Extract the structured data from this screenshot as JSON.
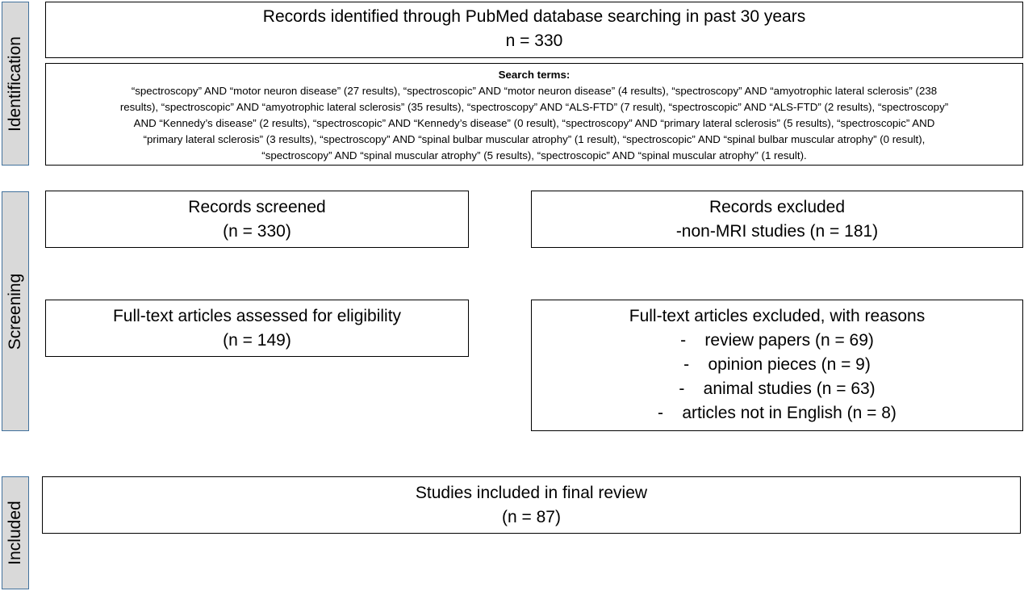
{
  "stages": {
    "identification": "Identification",
    "screening": "Screening",
    "included": "Included"
  },
  "identified": {
    "line1": "Records identified through PubMed database searching in past 30 years",
    "line2": "n = 330"
  },
  "search": {
    "heading": "Search terms:",
    "lines": [
      "“spectroscopy” AND “motor neuron disease” (27 results), “spectroscopic” AND “motor neuron disease” (4 results), “spectroscopy” AND “amyotrophic lateral sclerosis” (238",
      "results), “spectroscopic” AND “amyotrophic lateral sclerosis” (35 results), “spectroscopy” AND “ALS-FTD” (7 result), “spectroscopic” AND “ALS-FTD” (2 results), “spectroscopy”",
      "AND “Kennedy’s disease” (2 results), “spectroscopic” AND “Kennedy’s disease” (0 result), “spectroscopy” AND “primary lateral sclerosis” (5 results), “spectroscopic” AND",
      "“primary lateral sclerosis” (3 results),  “spectroscopy” AND “spinal bulbar muscular atrophy” (1 result), “spectroscopic” AND “spinal bulbar muscular atrophy” (0 result),",
      "“spectroscopy” AND “spinal muscular atrophy” (5 results), “spectroscopic” AND “spinal muscular atrophy” (1 result)."
    ]
  },
  "screened": {
    "line1": "Records screened",
    "line2": "(n = 330)"
  },
  "excluded": {
    "line1": "Records excluded",
    "line2": "-non-MRI studies (n = 181)"
  },
  "fulltext": {
    "line1": "Full-text articles assessed for eligibility",
    "line2": "(n = 149)"
  },
  "fulltext_excluded": {
    "title": "Full-text articles excluded, with reasons",
    "reasons": [
      "-    review papers (n = 69)",
      "-    opinion pieces (n = 9)",
      "-    animal studies (n = 63)",
      "-    articles not in English (n = 8)"
    ]
  },
  "final": {
    "line1": "Studies included in final review",
    "line2": "(n = 87)"
  }
}
